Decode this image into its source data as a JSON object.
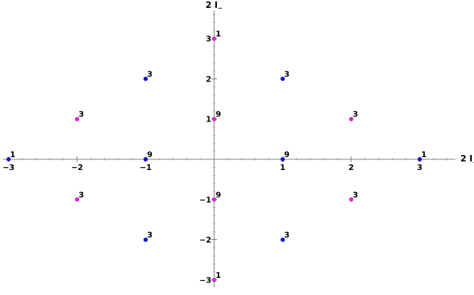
{
  "chart_data": {
    "type": "scatter",
    "title": "",
    "xlabel": "2 I",
    "xlabel_sub": "+",
    "ylabel": "2 I",
    "ylabel_sub": "−",
    "xlim": [
      -3.0,
      3.4
    ],
    "ylim": [
      -3.1,
      3.8
    ],
    "x_ticks": [
      -3,
      -2,
      -1,
      1,
      2,
      3
    ],
    "x_tick_labels": [
      "−3",
      "−2",
      "−1",
      "1",
      "2",
      "3"
    ],
    "y_ticks": [
      -3,
      -2,
      -1,
      1,
      2,
      3
    ],
    "y_tick_labels": [
      "−3",
      "−2",
      "−1",
      "1",
      "2",
      "3"
    ],
    "grid": false,
    "colors": {
      "blue": "#1010d0",
      "magenta": "#e020e0"
    },
    "series": [
      {
        "color_key": "blue",
        "points": [
          {
            "x": -3,
            "y": 0,
            "label": "1"
          },
          {
            "x": 3,
            "y": 0,
            "label": "1"
          },
          {
            "x": -1,
            "y": 0,
            "label": "9"
          },
          {
            "x": 1,
            "y": 0,
            "label": "9"
          },
          {
            "x": -1,
            "y": 2,
            "label": "3"
          },
          {
            "x": 1,
            "y": 2,
            "label": "3"
          },
          {
            "x": -1,
            "y": -2,
            "label": "3"
          },
          {
            "x": 1,
            "y": -2,
            "label": "3"
          }
        ]
      },
      {
        "color_key": "magenta",
        "points": [
          {
            "x": 0,
            "y": 3,
            "label": "1"
          },
          {
            "x": 0,
            "y": -3,
            "label": "1"
          },
          {
            "x": 0,
            "y": 1,
            "label": "9"
          },
          {
            "x": 0,
            "y": -1,
            "label": "9"
          },
          {
            "x": -2,
            "y": 1,
            "label": "3"
          },
          {
            "x": 2,
            "y": 1,
            "label": "3"
          },
          {
            "x": -2,
            "y": -1,
            "label": "3"
          },
          {
            "x": 2,
            "y": -1,
            "label": "3"
          }
        ]
      }
    ]
  }
}
